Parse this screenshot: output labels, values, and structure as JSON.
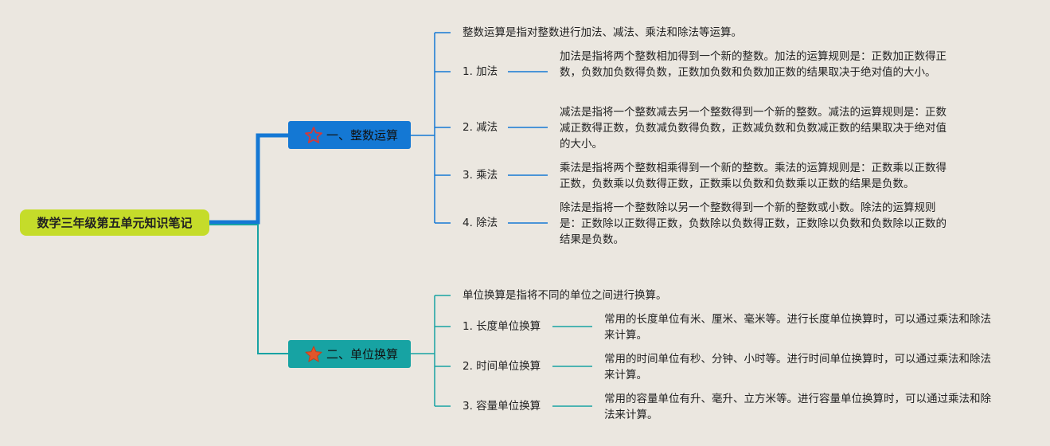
{
  "root": {
    "title": "数学三年级第五单元知识笔记"
  },
  "branches": [
    {
      "title": "一、整数运算",
      "icon": "star-outline-icon",
      "color": "#1478d4",
      "intro": "整数运算是指对整数进行加法、减法、乘法和除法等运算。",
      "items": [
        {
          "label": "1. 加法",
          "desc": "加法是指将两个整数相加得到一个新的整数。加法的运算规则是：正数加正数得正数，负数加负数得负数，正数加负数和负数加正数的结果取决于绝对值的大小。"
        },
        {
          "label": "2. 减法",
          "desc": "减法是指将一个整数减去另一个整数得到一个新的整数。减法的运算规则是：正数减正数得正数，负数减负数得负数，正数减负数和负数减正数的结果取决于绝对值的大小。"
        },
        {
          "label": "3. 乘法",
          "desc": "乘法是指将两个整数相乘得到一个新的整数。乘法的运算规则是：正数乘以正数得正数，负数乘以负数得正数，正数乘以负数和负数乘以正数的结果是负数。"
        },
        {
          "label": "4. 除法",
          "desc": "除法是指将一个整数除以另一个整数得到一个新的整数或小数。除法的运算规则是：正数除以正数得正数，负数除以负数得正数，正数除以负数和负数除以正数的结果是负数。"
        }
      ]
    },
    {
      "title": "二、单位换算",
      "icon": "star-filled-icon",
      "color": "#17a3a3",
      "intro": "单位换算是指将不同的单位之间进行换算。",
      "items": [
        {
          "label": "1. 长度单位换算",
          "desc": "常用的长度单位有米、厘米、毫米等。进行长度单位换算时，可以通过乘法和除法来计算。"
        },
        {
          "label": "2. 时间单位换算",
          "desc": "常用的时间单位有秒、分钟、小时等。进行时间单位换算时，可以通过乘法和除法来计算。"
        },
        {
          "label": "3. 容量单位换算",
          "desc": "常用的容量单位有升、毫升、立方米等。进行容量单位换算时，可以通过乘法和除法来计算。"
        }
      ]
    }
  ]
}
